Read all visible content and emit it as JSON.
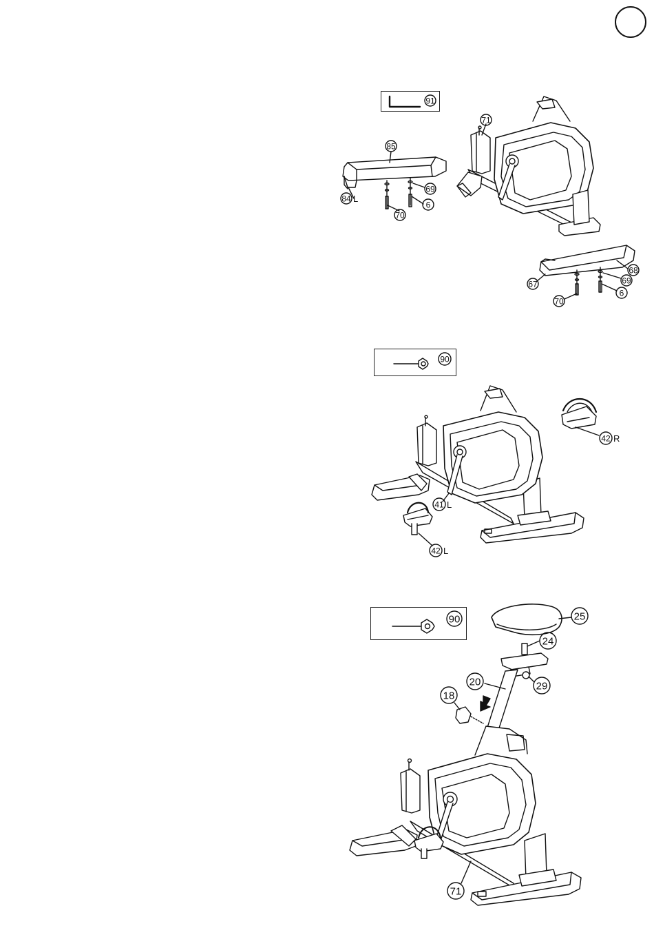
{
  "page": {
    "step_count": 3
  },
  "steps": [
    {
      "tool": {
        "label": "91",
        "icon": "allen-key-icon"
      },
      "callouts": {
        "c85": "85",
        "c84": "84",
        "c84_side": "L",
        "c69a": "69",
        "c6a": "6",
        "c70a": "70",
        "c71": "71",
        "c68": "68",
        "c67": "67",
        "c69b": "69",
        "c6b": "6",
        "c70b": "70"
      }
    },
    {
      "tool": {
        "label": "90",
        "icon": "pedal-wrench-icon"
      },
      "callouts": {
        "c42r": "42",
        "c42r_side": "R",
        "c41l": "41",
        "c41l_side": "L",
        "c42l": "42",
        "c42l_side": "L"
      }
    },
    {
      "tool": {
        "label": "90",
        "icon": "pedal-wrench-icon"
      },
      "callouts": {
        "c25": "25",
        "c24": "24",
        "c20": "20",
        "c29": "29",
        "c18": "18",
        "c71": "71"
      }
    }
  ]
}
